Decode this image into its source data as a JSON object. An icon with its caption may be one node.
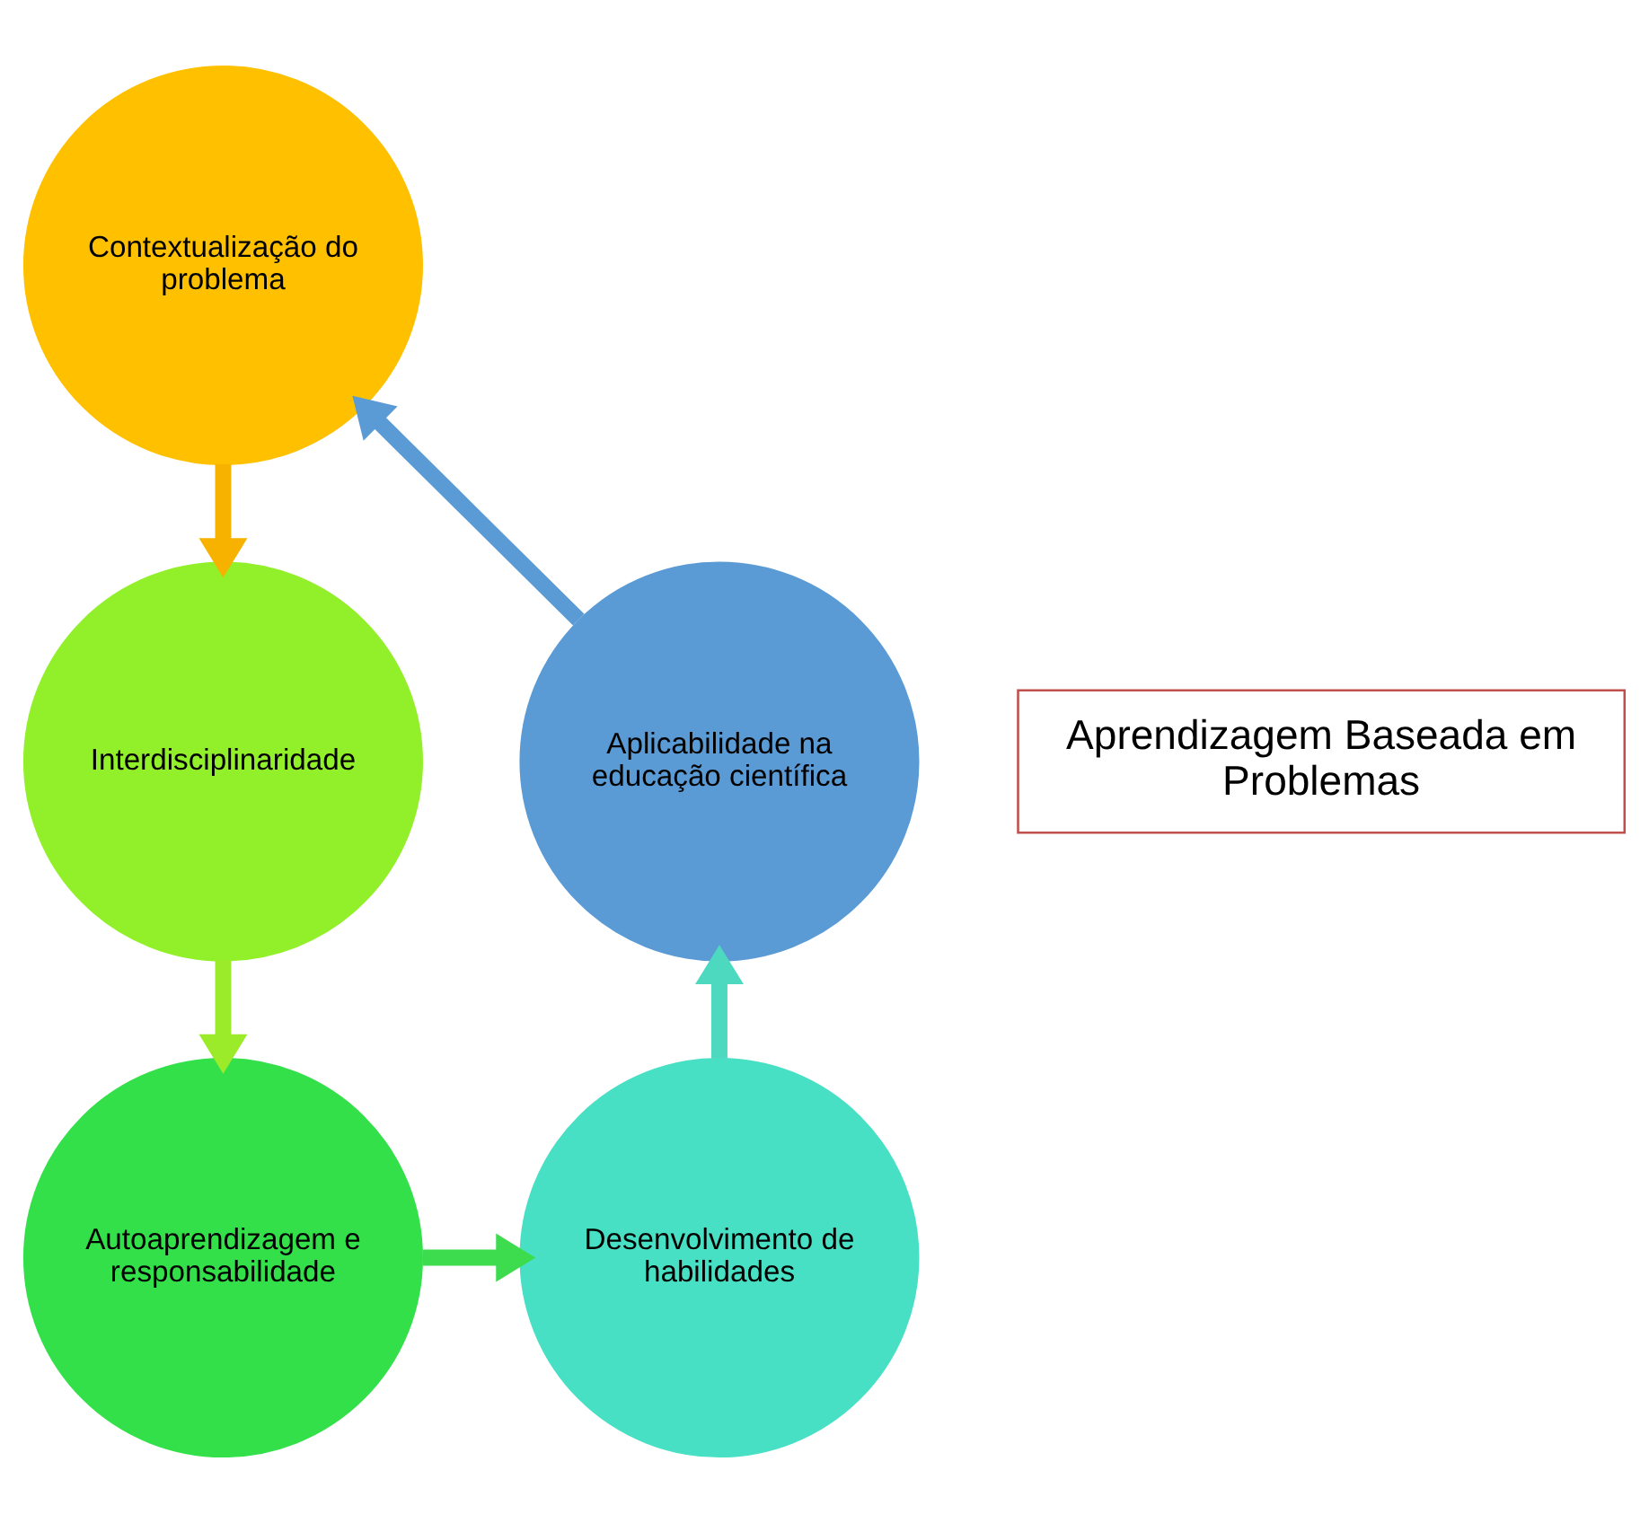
{
  "diagram": {
    "nodes": [
      {
        "text": [
          "Aprendizagem Baseada em Problemas"
        ]
      },
      {
        "text": [
          "Contextualização do problema"
        ]
      },
      {
        "text": [
          "Interdisciplinaridade"
        ]
      },
      {
        "text": [
          "Autoaprendizagem e responsabilidade"
        ]
      },
      {
        "text": [
          "Desenvolvimento de habilidades"
        ]
      },
      {
        "text": [
          "Aplicabilidade na educação científica"
        ]
      }
    ],
    "edges": [
      {
        "from": 1,
        "to": 2,
        "arrow": "to",
        "color": "#f7b200"
      },
      {
        "from": 2,
        "to": 3,
        "arrow": "to",
        "color": "#9ceb2a"
      },
      {
        "from": 3,
        "to": 4,
        "arrow": "to",
        "color": "#3ddc4e"
      },
      {
        "from": 4,
        "to": 5,
        "arrow": "to",
        "color": "#4dd8c0"
      },
      {
        "from": 5,
        "to": 1,
        "arrow": "to",
        "color": "#5a9bd5"
      }
    ]
  }
}
